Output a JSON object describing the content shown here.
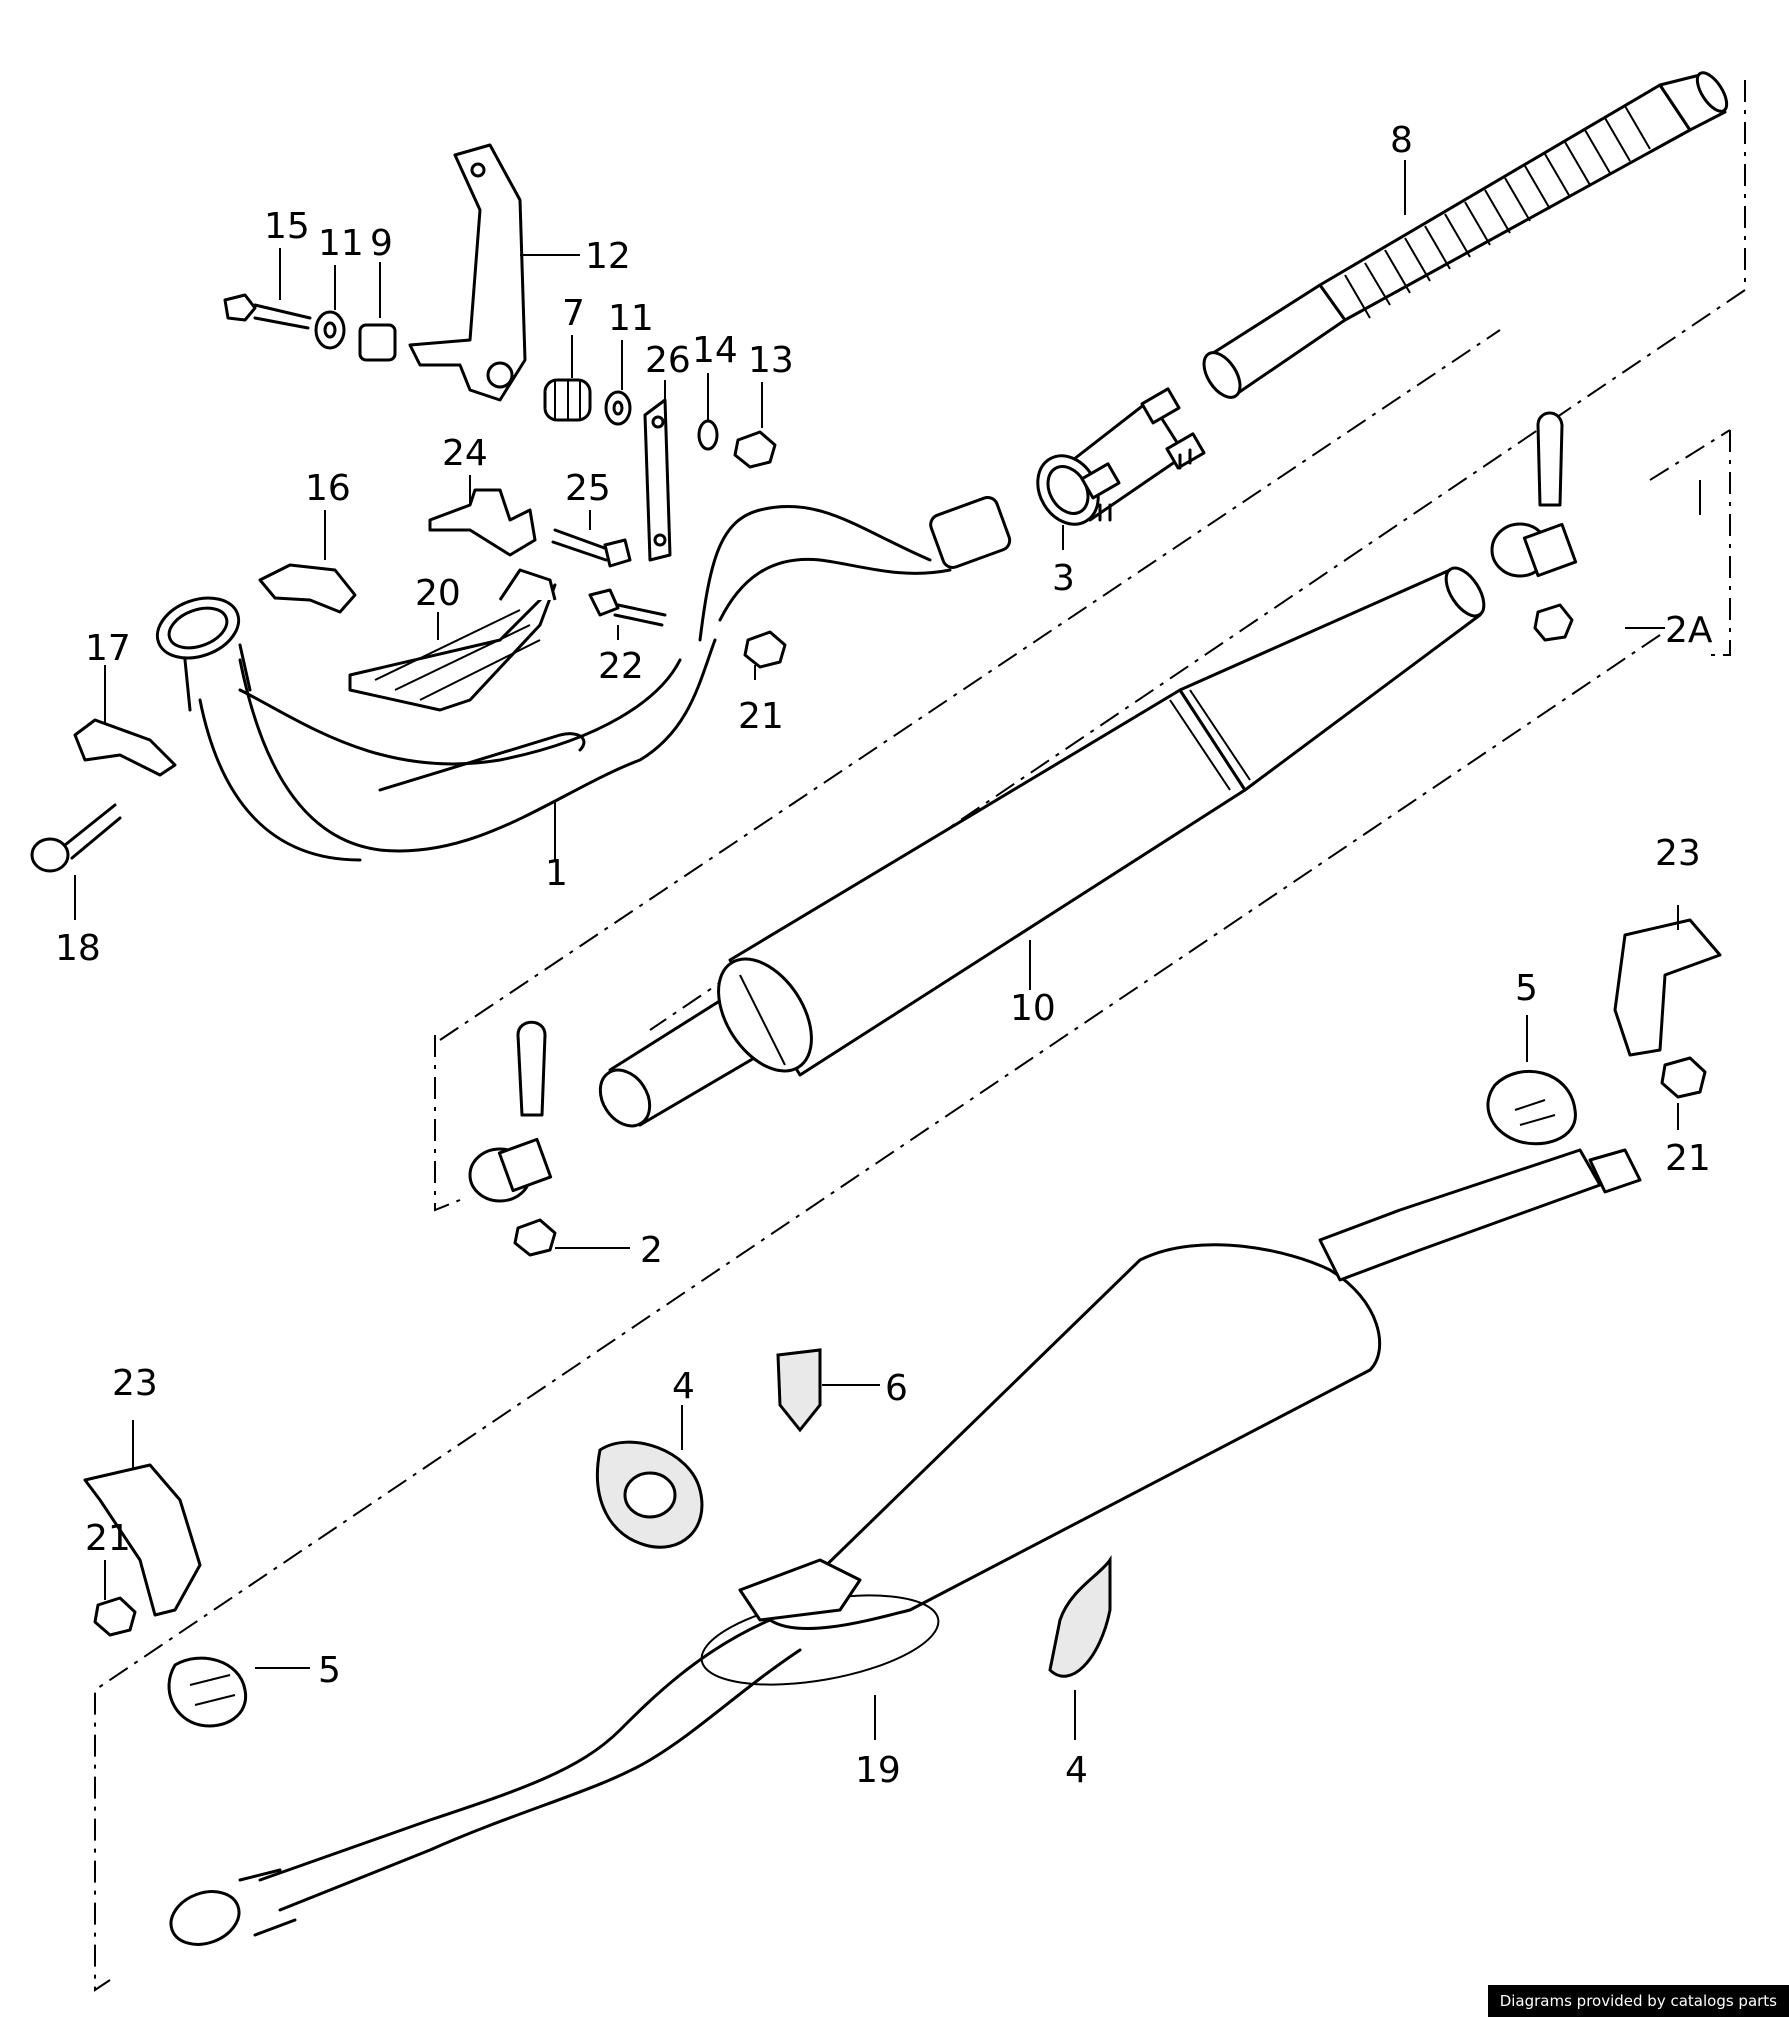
{
  "credit": "Diagrams provided by catalogs parts",
  "callouts": {
    "c1": "1",
    "c2": "2",
    "c2A": "2A",
    "c3": "3",
    "c4a": "4",
    "c4b": "4",
    "c5a": "5",
    "c5b": "5",
    "c6": "6",
    "c7": "7",
    "c8": "8",
    "c9": "9",
    "c10": "10",
    "c11a": "11",
    "c11b": "11",
    "c12": "12",
    "c13": "13",
    "c14": "14",
    "c15": "15",
    "c16": "16",
    "c17": "17",
    "c18": "18",
    "c19": "19",
    "c20": "20",
    "c21a": "21",
    "c21b": "21",
    "c21c": "21",
    "c22": "22",
    "c23a": "23",
    "c23b": "23",
    "c24": "24",
    "c25": "25",
    "c26": "26"
  }
}
